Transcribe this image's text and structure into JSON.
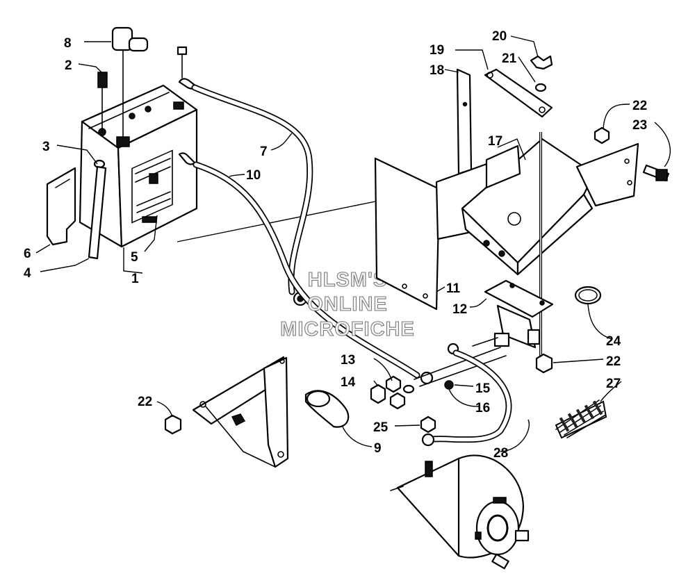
{
  "watermark": {
    "line1": "HLSM'S",
    "line2": "ONLINE",
    "line3": "MICROFICHE"
  },
  "callouts": {
    "c1": "1",
    "c2": "2",
    "c3": "3",
    "c4": "4",
    "c5": "5",
    "c6": "6",
    "c7": "7",
    "c8": "8",
    "c9": "9",
    "c10": "10",
    "c11": "11",
    "c12": "12",
    "c13": "13",
    "c14": "14",
    "c15": "15",
    "c16": "16",
    "c17": "17",
    "c18": "18",
    "c19": "19",
    "c20": "20",
    "c21": "21",
    "c22a": "22",
    "c22b": "22",
    "c22c": "22",
    "c23": "23",
    "c24": "24",
    "c25": "25",
    "c27": "27",
    "c28": "28"
  }
}
